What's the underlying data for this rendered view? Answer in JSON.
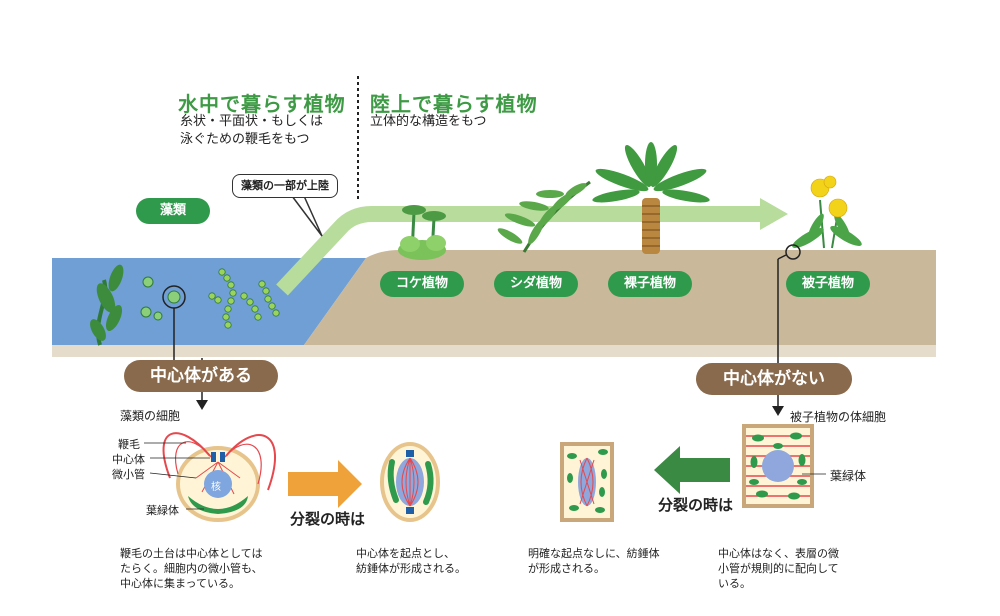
{
  "water_heading": "水中で暮らす植物",
  "water_sub": [
    "糸状・平面状・もしくは",
    "泳ぐための鞭毛をもつ"
  ],
  "land_heading": "陸上で暮らす植物",
  "land_sub": "立体的な構造をもつ",
  "callout": "藻類の一部が上陸",
  "groups": {
    "algae": "藻類",
    "moss": "コケ植物",
    "fern": "シダ植物",
    "gymno": "裸子植物",
    "angio": "被子植物"
  },
  "centrosome_present": "中心体がある",
  "centrosome_absent": "中心体がない",
  "algae_cell_title": "藻類の細胞",
  "angio_cell_title": "被子植物の体細胞",
  "algae_parts": {
    "flagellum": "鞭毛",
    "centrosome": "中心体",
    "microtubule": "微小管",
    "chloroplast": "葉緑体",
    "nucleus": "核"
  },
  "angio_part": "葉緑体",
  "division_left": "分裂の時は",
  "division_right": "分裂の時は",
  "captions": {
    "c1": [
      "鞭毛の土台は中心体としては",
      "たらく。細胞内の微小管も、",
      "中心体に集まっている。"
    ],
    "c2": [
      "中心体を起点とし、",
      "紡錘体が形成される。"
    ],
    "c3": [
      "明確な起点なしに、紡錘体",
      "が形成される。"
    ],
    "c4": [
      "中心体はなく、表層の微",
      "小管が規則的に配向して",
      "いる。"
    ]
  },
  "colors": {
    "water": "#6f9fd4",
    "land": "#c9b89a",
    "ground_edge": "#e6dccb",
    "arrow_green": "#b7dc9c",
    "green": "#2f9a4c",
    "brown_pill": "#8a6a4c",
    "orange_arrow": "#f0a23a",
    "dark_green_arrow": "#3a8a44"
  }
}
